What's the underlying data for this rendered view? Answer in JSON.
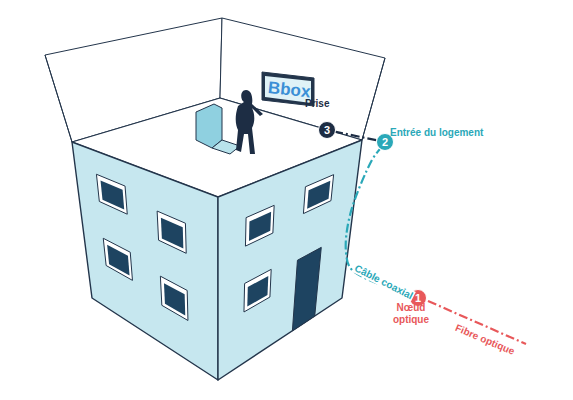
{
  "diagram": {
    "nodes": [
      {
        "text": [
          "1",
          "Nœud optique"
        ]
      },
      {
        "text": [
          "2",
          "Entrée du logement"
        ]
      },
      {
        "text": [
          "3",
          "Prise"
        ]
      }
    ],
    "edges": [
      {
        "from": 0,
        "to": 1,
        "arrow": "none",
        "label": "Câble coaxial"
      },
      {
        "from": 1,
        "to": 2,
        "arrow": "none"
      }
    ],
    "labels": [
      "Bbox",
      "Fibre optique"
    ]
  }
}
